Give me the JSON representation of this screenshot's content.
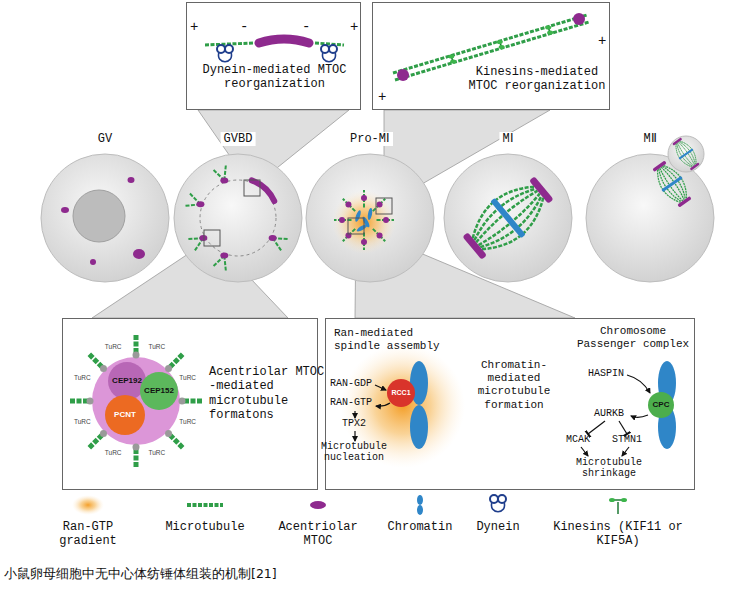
{
  "diagram": {
    "caption": "小鼠卵母细胞中无中心体纺锤体组装的机制[21]",
    "nodes": [
      {
        "text": [
          "Dynein-mediated MTOC reorganization"
        ]
      },
      {
        "text": [
          "Kinesins-mediated MTOC reorganization"
        ]
      },
      {
        "text": [
          "GV"
        ]
      },
      {
        "text": [
          "GVBD"
        ]
      },
      {
        "text": [
          "Pro-MⅠ"
        ]
      },
      {
        "text": [
          "MⅠ"
        ]
      },
      {
        "text": [
          "MⅡ"
        ]
      },
      {
        "text": [
          "Acentriolar MTOC -mediated microtubule formatons"
        ]
      },
      {
        "text": [
          "CEP192"
        ],
        "in": 7
      },
      {
        "text": [
          "CEP152"
        ],
        "in": 7
      },
      {
        "text": [
          "PCNT"
        ],
        "in": 7
      },
      {
        "text": [
          "Ran-mediated spindle assembly",
          "Chromatin-mediated microtubule formation",
          "Chromosome Passenger complex"
        ]
      },
      {
        "text": [
          "RCC1"
        ],
        "in": 11
      },
      {
        "text": [
          "CPC"
        ],
        "in": 11
      }
    ],
    "edges": [
      {
        "from": 3,
        "to": 0,
        "arrow": "none"
      },
      {
        "from": 4,
        "to": 1,
        "arrow": "none"
      },
      {
        "from": 3,
        "to": 7,
        "arrow": "none"
      },
      {
        "from": 4,
        "to": 11,
        "arrow": "none"
      }
    ],
    "labels": [
      "+",
      "-",
      "-",
      "+",
      "+",
      "+",
      "TuRC",
      "TuRC",
      "TuRC",
      "TuRC",
      "TuRC",
      "TuRC",
      "TuRC",
      "TuRC",
      "RAN-GDP",
      "RAN-GTP",
      "TPX2",
      "Microtubule nucleation",
      "HASPIN",
      "AURKB",
      "MCAK",
      "STMN1",
      "Microtubule shrinkage"
    ],
    "legend": [
      {
        "text": "Ran-GTP gradient"
      },
      {
        "text": "Microtubule"
      },
      {
        "text": "Acentriolar MTOC"
      },
      {
        "text": "Chromatin"
      },
      {
        "text": "Dynein"
      },
      {
        "text": "Kinesins (KIF11 or KIF5A)"
      }
    ]
  }
}
